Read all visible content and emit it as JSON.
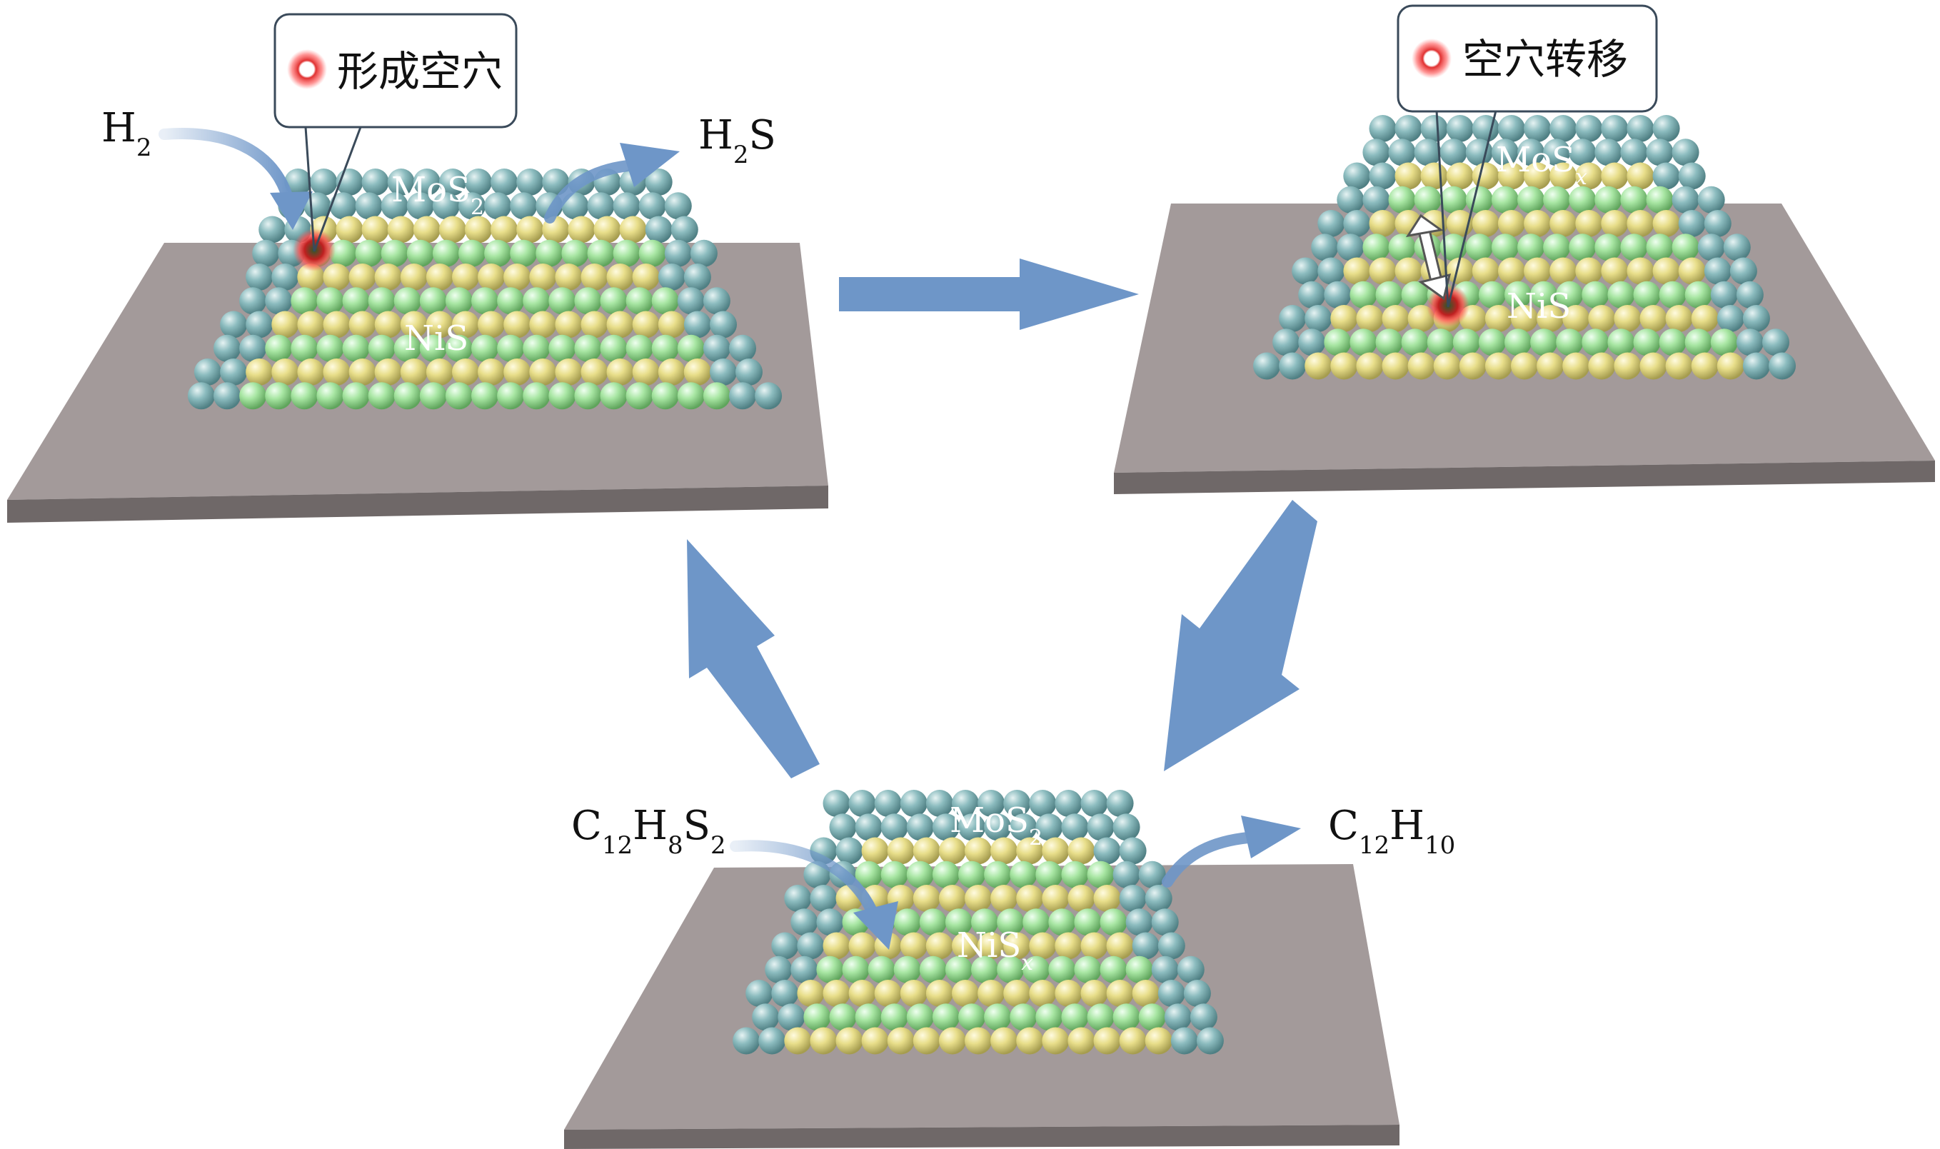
{
  "panels": [
    {
      "id": "top-left",
      "shell_label": {
        "base": "MoS",
        "sub": "2",
        "sub_italic": false
      },
      "core_label": {
        "base": "NiS",
        "sub": "",
        "sub_italic": false
      },
      "callout_text": "形成空穴",
      "in_label": {
        "base": "H",
        "sub": "2",
        "tail": ""
      },
      "out_label": {
        "base": "H",
        "sub": "2",
        "tail": "S"
      }
    },
    {
      "id": "top-right",
      "shell_label": {
        "base": "MoS",
        "sub": "x",
        "sub_italic": true
      },
      "core_label": {
        "base": "NiS",
        "sub": "",
        "sub_italic": false
      },
      "callout_text": "空穴转移"
    },
    {
      "id": "bottom",
      "shell_label": {
        "base": "MoS",
        "sub": "2",
        "sub_italic": false
      },
      "core_label": {
        "base": "NiS",
        "sub": "x",
        "sub_italic": true
      },
      "in_label": {
        "parts": [
          [
            "C",
            "12"
          ],
          [
            "H",
            "8"
          ],
          [
            "S",
            "2"
          ]
        ]
      },
      "out_label": {
        "parts": [
          [
            "C",
            "12"
          ],
          [
            "H",
            "10"
          ]
        ]
      }
    }
  ],
  "colors": {
    "arrow": "#6e96c8",
    "platform_top": "#a39a9a",
    "platform_side": "#6f6868",
    "mos2_sphere": "#7fb0b4",
    "nis_yellow": "#e6dc86",
    "nis_green": "#a6e3a1",
    "vacancy": "#e23a3a"
  }
}
